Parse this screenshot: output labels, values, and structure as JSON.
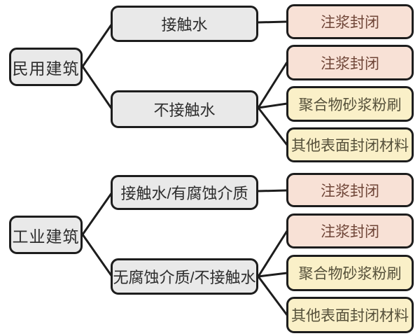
{
  "diagram": {
    "background": "#ffffff",
    "colors": {
      "line": "#1d1d1d",
      "category_fill": "#e9e9e9",
      "category_text": "#2d2d2d",
      "grout_fill": "#f8e1d6",
      "grout_text": "#6f4537",
      "surface_fill": "#faf0c8",
      "surface_text": "#55503a"
    },
    "trees": [
      {
        "root": "民用建筑",
        "branches": [
          {
            "condition": "接触水",
            "treatments": [
              "注浆封闭"
            ]
          },
          {
            "condition": "不接触水",
            "treatments": [
              "注浆封闭",
              "聚合物砂浆粉刷",
              "其他表面封闭材料"
            ]
          }
        ]
      },
      {
        "root": "工业建筑",
        "branches": [
          {
            "condition": "接触水/有腐蚀介质",
            "treatments": [
              "注浆封闭"
            ]
          },
          {
            "condition": "无腐蚀介质/不接触水",
            "treatments": [
              "注浆封闭",
              "聚合物砂浆粉刷",
              "其他表面封闭材料"
            ]
          }
        ]
      }
    ]
  }
}
